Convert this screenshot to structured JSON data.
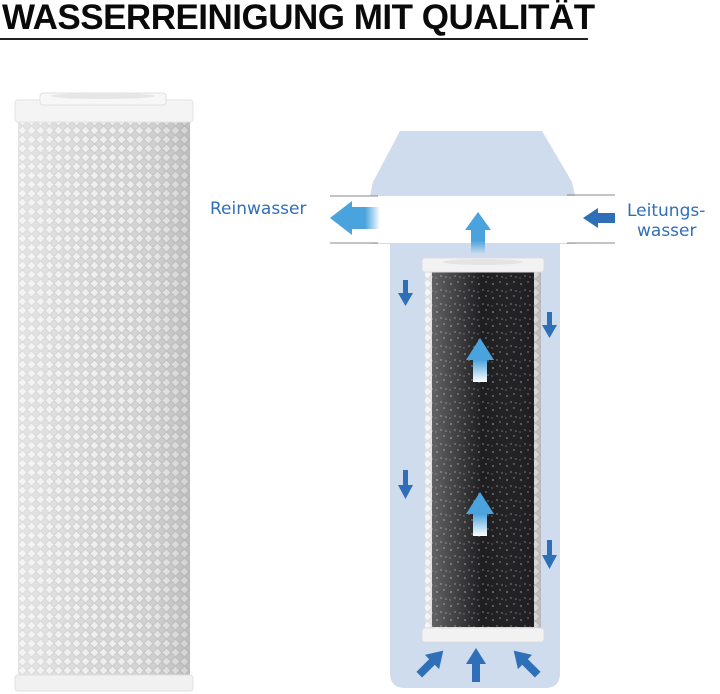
{
  "title": "WASSERREINIGUNG MIT QUALITÄT",
  "labels": {
    "outlet": "Reinwasser",
    "inlet_line1": "Leitungs-",
    "inlet_line2": "wasser"
  },
  "colors": {
    "housing": "#cfdced",
    "arrow_dark": "#2f6fb8",
    "arrow_light": "#4aa3dc",
    "text_blue": "#2f6fb8",
    "carbon": "#1c1c1e",
    "mesh": "#e4e4e4"
  },
  "icons": [
    "arrow-left-icon",
    "arrow-up-icon",
    "arrow-down-icon"
  ]
}
